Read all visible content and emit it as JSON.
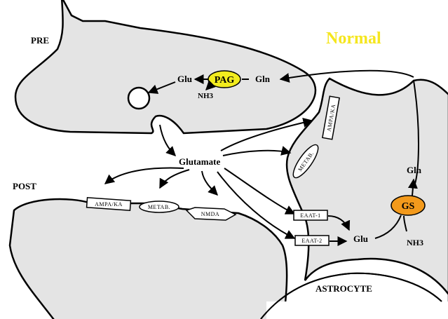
{
  "title": "Normal",
  "cells": {
    "pre": "PRE",
    "post": "POST",
    "astrocyte": "ASTROCYTE"
  },
  "molecules": {
    "glu_pre": "Glu",
    "gln_pre": "Gln",
    "nh3_pre": "NH3",
    "glutamate": "Glutamate",
    "glu_astro": "Glu",
    "gln_astro": "Gln",
    "nh3_astro": "NH3"
  },
  "enzymes": {
    "pag": "PAG",
    "gs": "GS"
  },
  "receptors": {
    "post_ampa": "AMPA/KA",
    "post_metab": "METAB.",
    "post_nmda": "NMDA",
    "astro_ampa": "AMPA/KA",
    "astro_metab": "METAB.",
    "eaat1": "EAAT-1",
    "eaat2": "EAAT-2"
  },
  "colors": {
    "cell_fill": "#e4e4e4",
    "title": "#f5e61e",
    "pag": "#f2ec1e",
    "gs": "#f39a1c"
  }
}
